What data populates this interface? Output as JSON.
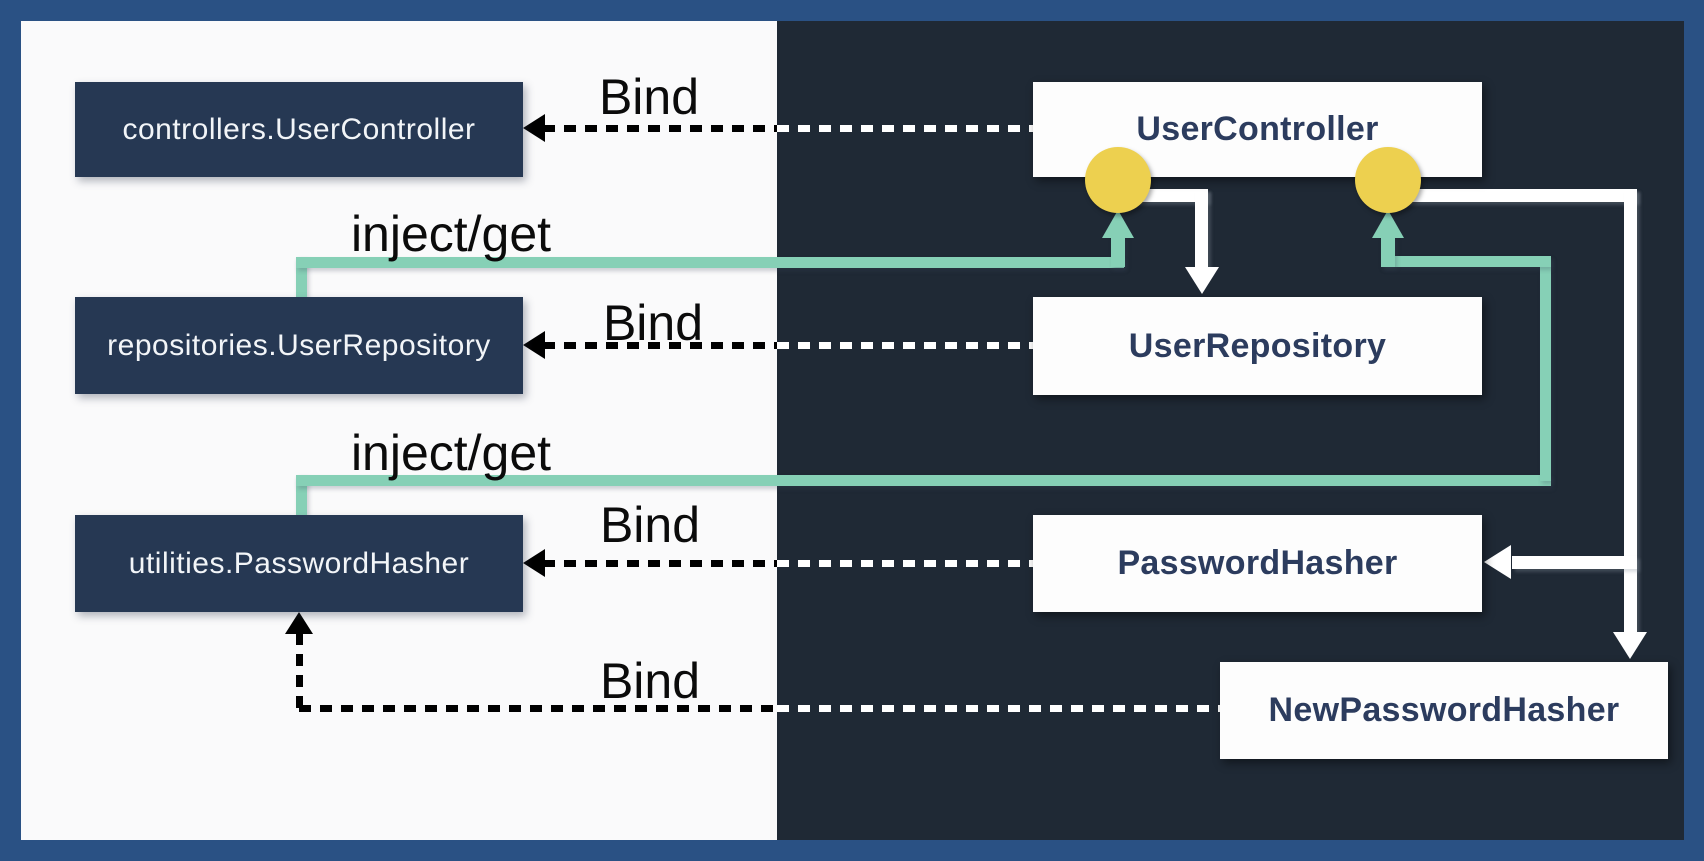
{
  "diagram": {
    "left_panel_nodes": [
      {
        "label": "controllers.UserController"
      },
      {
        "label": "repositories.UserRepository"
      },
      {
        "label": "utilities.PasswordHasher"
      }
    ],
    "right_panel_nodes": [
      {
        "label": "UserController"
      },
      {
        "label": "UserRepository"
      },
      {
        "label": "PasswordHasher"
      },
      {
        "label": "NewPasswordHasher"
      }
    ],
    "edge_labels": [
      {
        "label": "Bind"
      },
      {
        "label": "inject/get"
      },
      {
        "label": "Bind"
      },
      {
        "label": "inject/get"
      },
      {
        "label": "Bind"
      },
      {
        "label": "Bind"
      }
    ],
    "colors": {
      "frame": "#2A5184",
      "left_bg": "#FAFAFB",
      "right_bg": "#1F2935",
      "node_dark": "#263853",
      "node_dark_text": "#F2F5F8",
      "node_light": "#FDFDFD",
      "node_light_text": "#2C3C5E",
      "accent_teal": "#86D0B6",
      "accent_yellow": "#EDD04F",
      "connector_white": "#FFFFFF",
      "connector_black": "#000000"
    }
  }
}
